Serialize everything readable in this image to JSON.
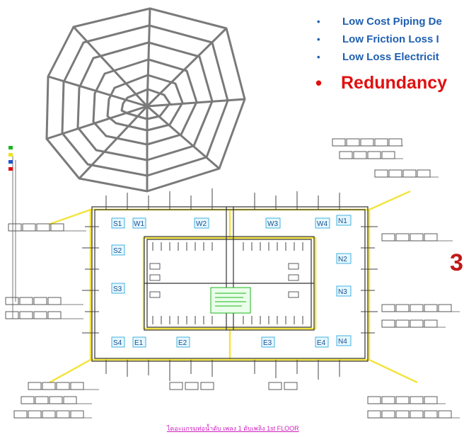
{
  "bullets": [
    {
      "text": "Low Cost Piping De",
      "style": "small"
    },
    {
      "text": "Low Friction Loss I",
      "style": "small"
    },
    {
      "text": "Low Loss Electricit",
      "style": "small"
    },
    {
      "text": "Redundancy",
      "style": "big"
    }
  ],
  "bullet_symbol": "•",
  "side_number": "3",
  "zones": [
    "S1",
    "W1",
    "W2",
    "W3",
    "W4",
    "N1",
    "S2",
    "N2",
    "S3",
    "N3",
    "S4",
    "E1",
    "E2",
    "E3",
    "E4",
    "N4"
  ],
  "caption": "ไดอะแกรมท่อน้ำดับ  เพลง 1   ดับเพลิง 1st FLOOR",
  "colors": {
    "bullet_blue": "#1f5fb0",
    "redundancy_red": "#e01010",
    "pipe": "#333333",
    "web": "#7a7a7a",
    "yellow": "#f2e020",
    "green": "#1db51d"
  }
}
